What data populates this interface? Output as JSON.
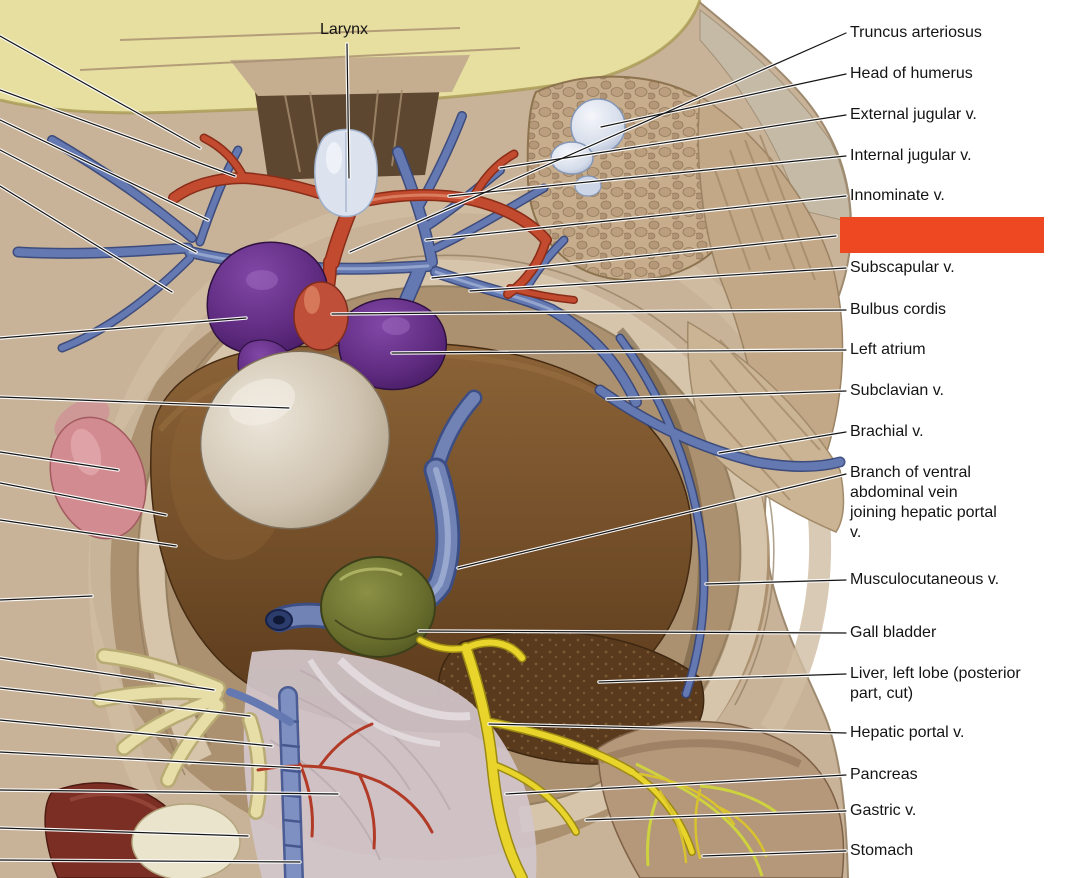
{
  "page": {
    "background": "#ffffff"
  },
  "redaction": {
    "color": "#ee4823",
    "css": "background-color:#ee4823"
  },
  "figure_label_top": "Larynx",
  "labels": [
    "Truncus arteriosus",
    "Head of humerus",
    "External jugular v.",
    "Internal jugular v.",
    "Innominate v.",
    "Subscapular v.",
    "Bulbus cordis",
    "Left atrium",
    "Subclavian v.",
    "Brachial v.",
    "Branch of ventral abdominal vein joining hepatic portal v.",
    "Musculocutaneous v.",
    "Gall bladder",
    "Liver, left lobe (posterior part, cut)",
    "Hepatic portal v.",
    "Pancreas",
    "Gastric v.",
    "Stomach"
  ]
}
